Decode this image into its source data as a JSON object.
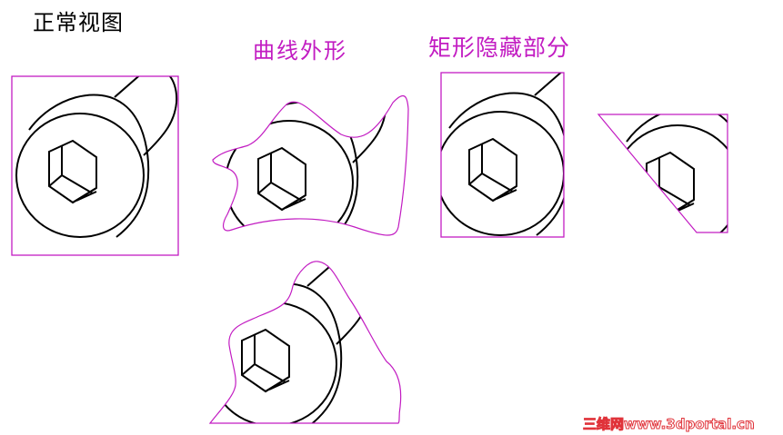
{
  "labels": {
    "normal_view": "正常视图",
    "curve_outline": "曲线外形",
    "rect_hidden": "矩形隐藏部分"
  },
  "watermark": "三维网www.3dportal.cn",
  "colors": {
    "frame_line": "#c21cc2",
    "drawing_line": "#000000",
    "watermark": "#e0333a",
    "background": "#ffffff"
  },
  "views": [
    {
      "name": "normal-view",
      "frame": "rectangle",
      "label_ref": "labels.normal_view"
    },
    {
      "name": "curve-outline-view-1",
      "frame": "spline"
    },
    {
      "name": "rect-hidden-view",
      "frame": "rectangle"
    },
    {
      "name": "polygon-clip-view",
      "frame": "polygon"
    },
    {
      "name": "curve-outline-view-2",
      "frame": "spline"
    }
  ]
}
